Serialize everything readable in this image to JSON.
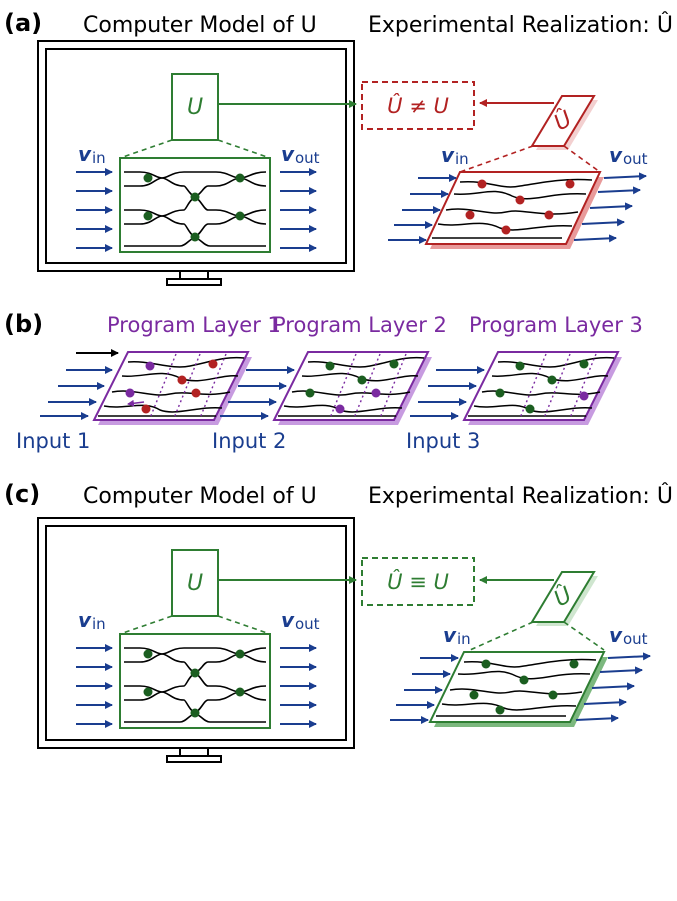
{
  "panels": {
    "a": {
      "label": "(a)",
      "left_title": "Computer Model of U",
      "right_title": "Experimental Realization: Û",
      "model_box": "U",
      "impl_box": "Û",
      "compare": "Û ≠ U",
      "vin": "v",
      "vin_sub": "in",
      "vout": "v",
      "vout_sub": "out"
    },
    "b": {
      "label": "(b)",
      "layers": [
        "Program Layer 1",
        "Program Layer 2",
        "Program Layer 3"
      ],
      "inputs": [
        "Input 1",
        "Input 2",
        "Input 3"
      ]
    },
    "c": {
      "label": "(c)",
      "left_title": "Computer Model of U",
      "right_title": "Experimental Realization: Û",
      "model_box": "U",
      "impl_box": "Û",
      "compare": "Û ≡ U",
      "vin": "v",
      "vin_sub": "in",
      "vout": "v",
      "vout_sub": "out"
    }
  },
  "colors": {
    "arrow_blue": "#1a3d8f",
    "green": "#2e7d32",
    "dark_green": "#1b5e20",
    "red": "#b22222",
    "purple": "#7a2aa0",
    "black": "#000000"
  }
}
